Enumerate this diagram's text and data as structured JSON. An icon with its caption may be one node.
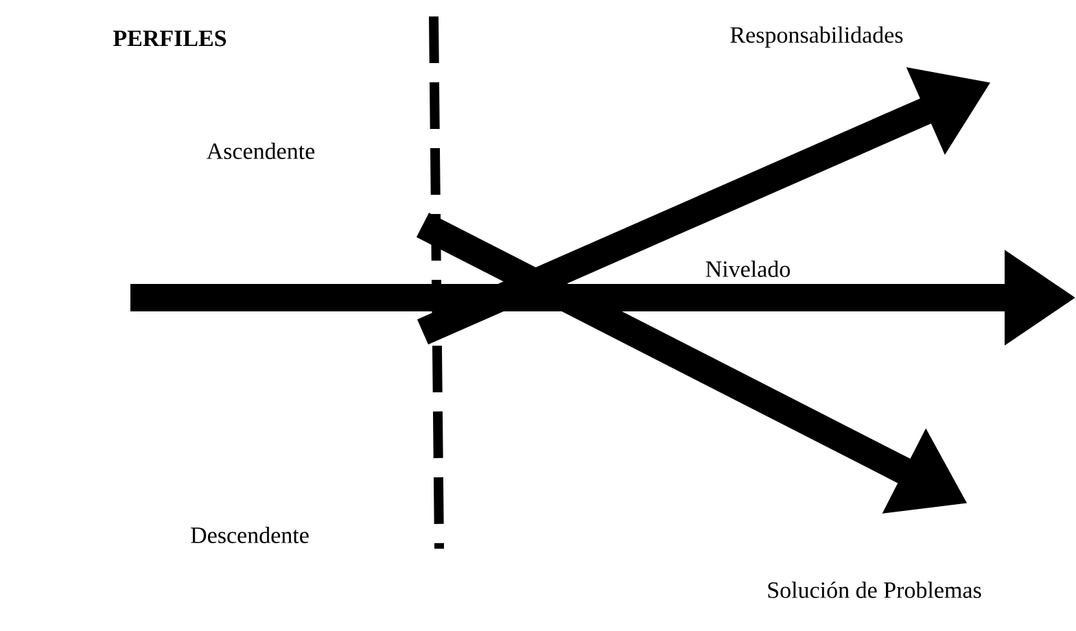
{
  "diagram": {
    "title": "PERFILES",
    "labels": [
      "Responsabilidades",
      "Ascendente",
      "Nivelado",
      "Descendente",
      "Solución de Problemas"
    ]
  }
}
